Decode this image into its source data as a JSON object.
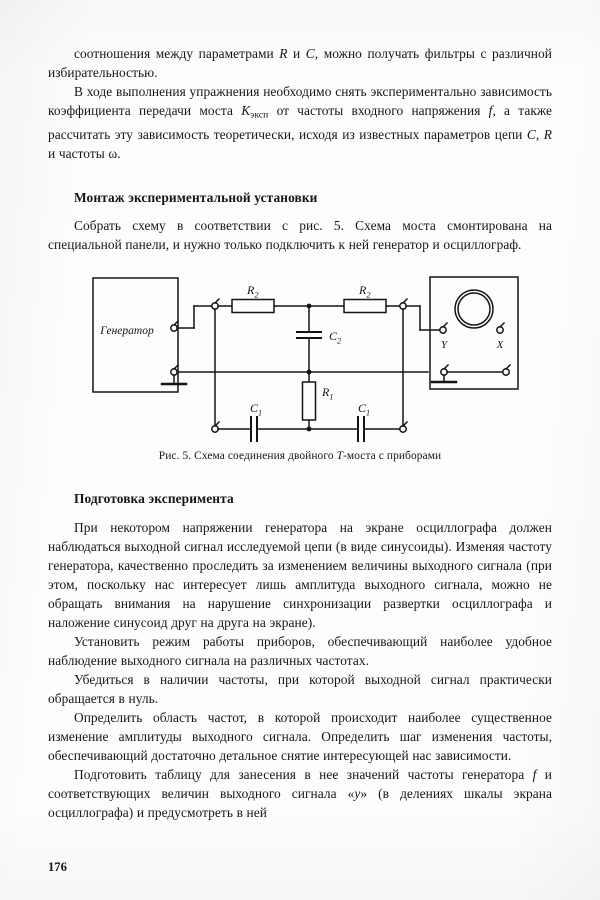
{
  "document": {
    "page_number": "176",
    "language": "ru"
  },
  "body": {
    "paragraphs": [
      {
        "id": "p1",
        "indent": true,
        "runs": [
          {
            "t": "соотношения между параметрами "
          },
          {
            "t": "R",
            "style": "italic"
          },
          {
            "t": " и "
          },
          {
            "t": "C",
            "style": "italic"
          },
          {
            "t": ", можно получать фильтры с различной избирательностью."
          }
        ],
        "plain": "соотношения между параметрами R и C, можно получать фильтры с различной избирательностью."
      },
      {
        "id": "p2",
        "indent": true,
        "runs": [
          {
            "t": "В ходе выполнения упражнения необходимо снять экспериментально зависимость коэффициента передачи моста "
          },
          {
            "t": "K",
            "style": "italic"
          },
          {
            "t": "эксп",
            "style": "sub"
          },
          {
            "t": " от частоты входного напряжения "
          },
          {
            "t": "f",
            "style": "italic"
          },
          {
            "t": ", а также рассчитать  эту зависимость теоретически, исходя из известных параметров цепи "
          },
          {
            "t": "C, R",
            "style": "italic"
          },
          {
            "t": " и частоты ω."
          }
        ],
        "plain": "В ходе выполнения упражнения необходимо снять экспериментально зависимость коэффициента передачи моста Kэксп от частоты входного напряжения f, а также рассчитать эту зависимость теоретически, исходя из известных параметров цепи C, R и частоты ω."
      }
    ],
    "subhead_1": "Монтаж экспериментальной установки",
    "paragraph_3": "Собрать схему в соответствии с рис. 5. Схема моста смонтирована на специальной панели, и нужно только подключить к ней генератор и осциллограф.",
    "subhead_2": "Подготовка эксперимента",
    "paragraph_4": "При некотором напряжении генератора на экране осциллографа должен наблюдаться выходной сигнал исследуемой цепи (в виде синусоиды). Изменяя частоту генератора, качественно проследить за изменением величины выходного сигнала (при этом, поскольку нас интересует лишь амплитуда  выходного сигнала, можно не обращать внимания на нарушение синхронизации развертки осциллографа и наложение  синусоид друг на друга на экране).",
    "paragraph_5": "Установить режим работы приборов, обеспечивающий наиболее удобное  наблюдение  выходного сигнала на  различных частотах.",
    "paragraph_6": "Убедиться в наличии частоты, при которой выходной сигнал практически обращается в нуль.",
    "paragraph_7": "Определить область частот, в которой  происходит наиболее существенное изменение амплитуды выходного сигнала. Определить шаг изменения частоты, обеспечивающий достаточно детальное снятие интересующей нас зависимости.",
    "paragraph_8_runs": [
      {
        "t": "Подготовить таблицу для занесения в нее значений частоты генератора "
      },
      {
        "t": "f",
        "style": "italic"
      },
      {
        "t": " и соответствующих величин выходного сигнала «"
      },
      {
        "t": "y",
        "style": "italic"
      },
      {
        "t": "» (в делениях шкалы экрана осциллографа) и предусмотреть в ней"
      }
    ],
    "paragraph_8_plain": "Подготовить таблицу для занесения в нее значений частоты генератора f и соответствующих величин выходного сигнала «y» (в делениях шкалы экрана осциллографа) и предусмотреть в ней"
  },
  "figure": {
    "caption_runs": [
      {
        "t": "Рис. 5. Схема соединения двойного "
      },
      {
        "t": "T",
        "style": "italic"
      },
      {
        "t": "-моста с приборами"
      }
    ],
    "caption_plain": "Рис. 5. Схема соединения двойного T-моста с приборами",
    "generator_label": "Генератор",
    "oscilloscope": {
      "y_terminal_label": "Y",
      "x_terminal_label": "X"
    },
    "components": [
      {
        "id": "r2-left",
        "label": "R",
        "subscript": "2",
        "type": "resistor",
        "orientation": "horizontal"
      },
      {
        "id": "r2-right",
        "label": "R",
        "subscript": "2",
        "type": "resistor",
        "orientation": "horizontal"
      },
      {
        "id": "c2",
        "label": "C",
        "subscript": "2",
        "type": "capacitor",
        "orientation": "vertical"
      },
      {
        "id": "r1",
        "label": "R",
        "subscript": "1",
        "type": "resistor",
        "orientation": "vertical"
      },
      {
        "id": "c1-left",
        "label": "C",
        "subscript": "1",
        "type": "capacitor",
        "orientation": "horizontal"
      },
      {
        "id": "c1-right",
        "label": "C",
        "subscript": "1",
        "type": "capacitor",
        "orientation": "horizontal"
      }
    ],
    "colors": {
      "ink": "#141418",
      "paper": "#fdfdfb"
    }
  }
}
